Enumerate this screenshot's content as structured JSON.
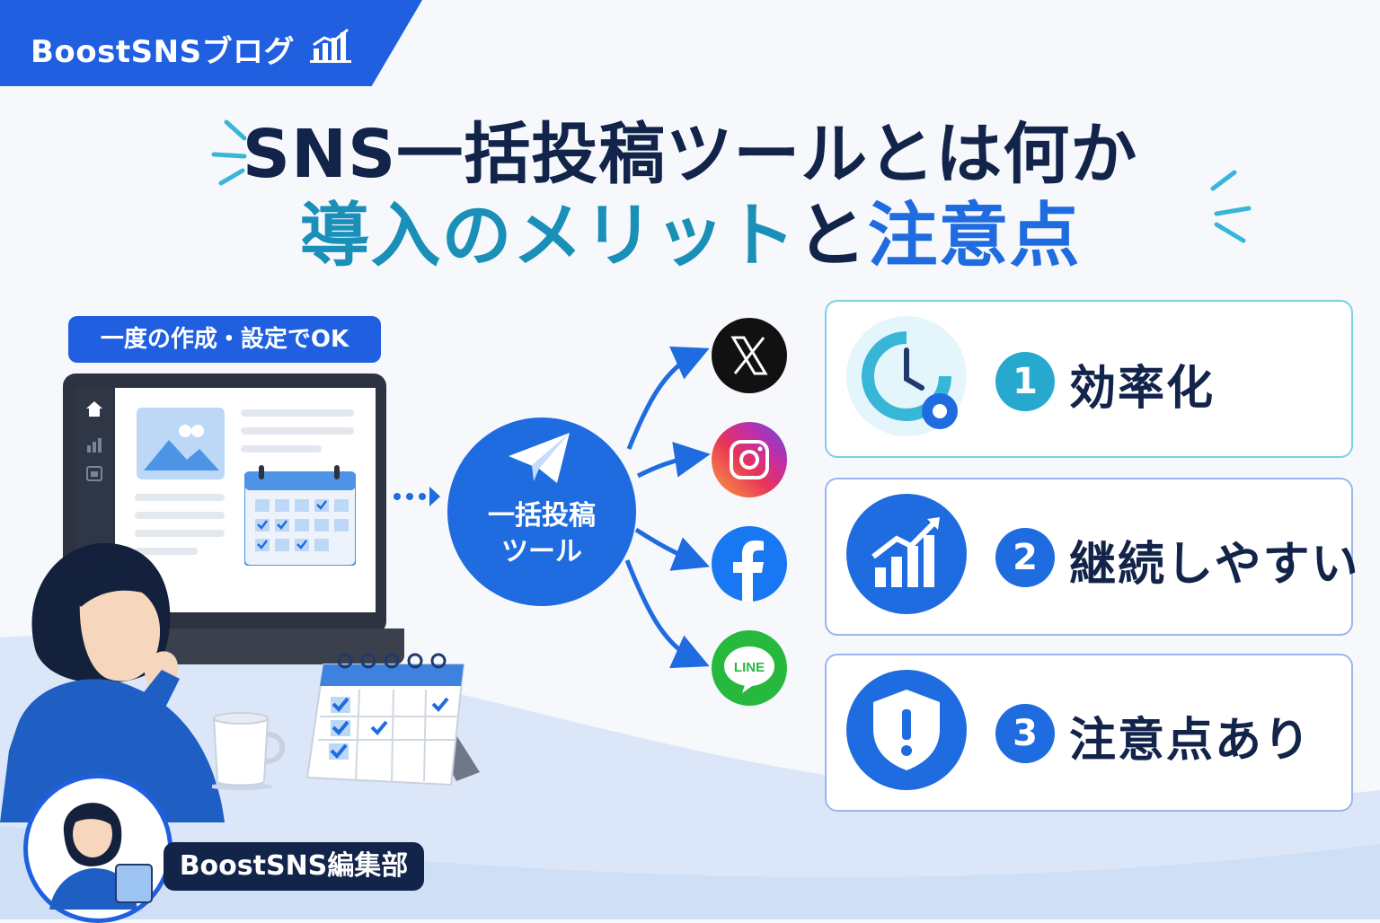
{
  "brand": {
    "label": "BoostSNSブログ",
    "icon": "bar-chart-icon"
  },
  "title": {
    "line1": "SNS一括投稿ツールとは何か",
    "line2_part1": "導入のメリット",
    "line2_part2": "と",
    "line2_part3": "注意点"
  },
  "setup_pill": "一度の作成・設定でOK",
  "hub": {
    "line1": "一括投稿",
    "line2": "ツール",
    "icon": "paper-plane-icon"
  },
  "platforms": [
    {
      "name": "x",
      "icon": "x-logo-icon"
    },
    {
      "name": "instagram",
      "icon": "instagram-logo-icon"
    },
    {
      "name": "facebook",
      "icon": "facebook-logo-icon"
    },
    {
      "name": "line",
      "icon": "line-logo-icon",
      "label": "LINE"
    }
  ],
  "features": [
    {
      "num": "1",
      "text": "効率化",
      "icon": "clock-gear-icon",
      "color": "#27a9cf"
    },
    {
      "num": "2",
      "text": "継続しやすい",
      "icon": "growth-chart-icon",
      "color": "#1f6be0"
    },
    {
      "num": "3",
      "text": "注意点あり",
      "icon": "shield-alert-icon",
      "color": "#1f6be0"
    }
  ],
  "editor": {
    "label": "BoostSNS編集部"
  },
  "colors": {
    "brand": "#1f5fe0",
    "navy": "#13244a",
    "teal": "#1a8fb8"
  }
}
